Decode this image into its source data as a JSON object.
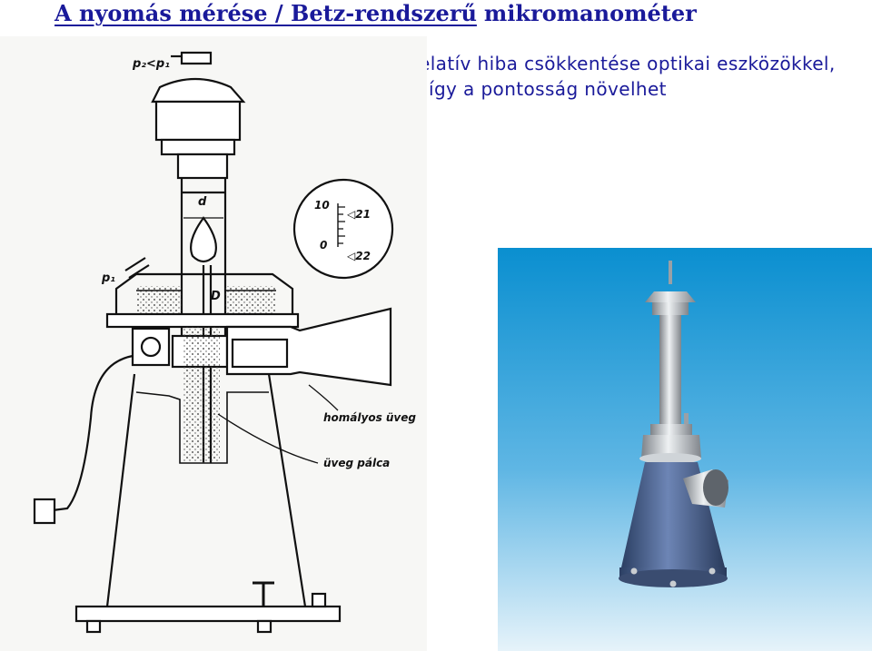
{
  "title": {
    "main": "A nyomás mérése / Betz-rendszerű",
    "rest": "mikromanométer"
  },
  "subtitle": {
    "line1": "A relatív hiba csökkentése optikai eszközökkel,",
    "line2": "így a pontosság növelhet"
  },
  "diagram": {
    "p_label": "p₂<p₁",
    "p1_label": "p₁",
    "d_label": "d",
    "D_label": "D",
    "scale_10": "10",
    "scale_0": "0",
    "scale_21": "◁21",
    "scale_22": "◁22",
    "ground_glass": "homályos üveg",
    "glass_rod": "üveg pálca"
  },
  "colors": {
    "title": "#1a1a9a",
    "render_bg_top": "#0a8fd0",
    "render_bg_bottom": "#e6f3fa"
  }
}
